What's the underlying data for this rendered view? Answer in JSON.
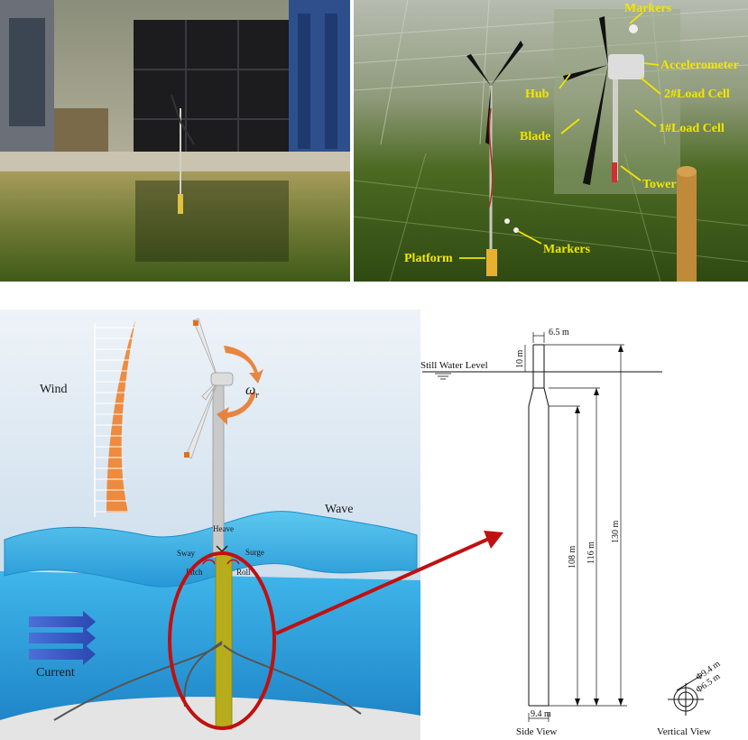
{
  "photo_left": {},
  "photo_right": {
    "labels": {
      "markers_top": "Markers",
      "accelerometer": "Accelerometer",
      "hub": "Hub",
      "load_cell_2": "2#Load Cell",
      "blade": "Blade",
      "load_cell_1": "1#Load Cell",
      "tower": "Tower",
      "markers_bottom": "Markers",
      "platform": "Platform"
    }
  },
  "scene": {
    "wind": "Wind",
    "wave": "Wave",
    "current": "Current",
    "omega": "ω",
    "omega_sub": "r",
    "dof": {
      "heave": "Heave",
      "sway": "Sway",
      "surge": "Surge",
      "pitch": "Pitch",
      "roll": "Roll"
    },
    "colors": {
      "sky": "#cfe0ee",
      "sea": "#2aa6e0",
      "tower_lower": "#b8b020",
      "highlight": "#c01010"
    }
  },
  "schematic": {
    "still_water_level": "Still Water Level",
    "dim_top_width": "6.5 m",
    "dim_freeboard": "10 m",
    "dim_108": "108 m",
    "dim_116": "116 m",
    "dim_130": "130 m",
    "dim_base": "9.4 m",
    "side_view": "Side View",
    "vertical_view": "Vertical View",
    "phi_outer": "Φ9.4 m",
    "phi_inner": "Φ6.5 m"
  }
}
